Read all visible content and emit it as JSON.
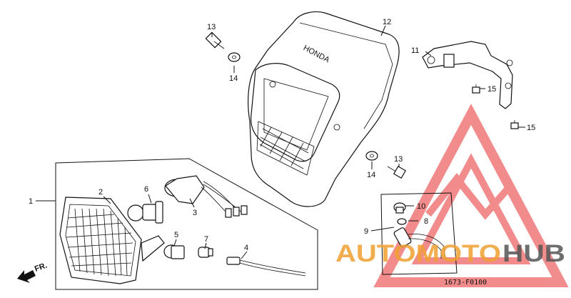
{
  "diagram": {
    "drawing_code": "1673-F0100",
    "front_arrow": "FR.",
    "brand_on_cowl": "HONDA",
    "callouts": [
      "1",
      "2",
      "3",
      "4",
      "5",
      "6",
      "7",
      "8",
      "9",
      "10",
      "11",
      "12",
      "13",
      "13",
      "14",
      "14",
      "15",
      "15"
    ]
  },
  "watermark": {
    "text_part1": "AUTOMOTO",
    "text_part2": "HUB",
    "color_primary": "#f0a030",
    "color_secondary": "#555555",
    "logo_color": "#e83030"
  }
}
